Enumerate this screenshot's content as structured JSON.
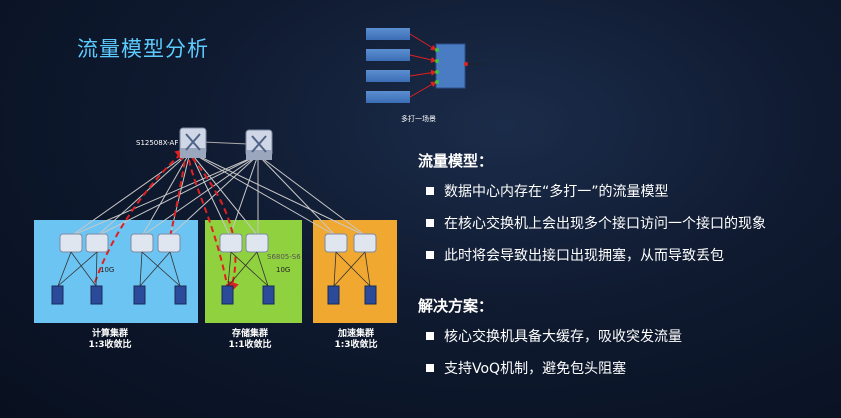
{
  "slide": {
    "title": "流量模型分析",
    "inset_caption": "多打一场景",
    "core_switch_label": "S12508X-AF",
    "fabric_label": "S6805-S6",
    "link_speed": "10G"
  },
  "clusters": [
    {
      "name": "计算集群",
      "ratio": "1:3收敛比",
      "color": "#6cc4f3"
    },
    {
      "name": "存储集群",
      "ratio": "1:1收敛比",
      "color": "#8fd13f"
    },
    {
      "name": "加速集群",
      "ratio": "1:3收敛比",
      "color": "#f0a830"
    }
  ],
  "sections": [
    {
      "heading": "流量模型：",
      "bullets": [
        "数据中心内存在“多打一”的流量模型",
        "在核心交换机上会出现多个接口访问一个接口的现象",
        "此时将会导致出接口出现拥塞，从而导致丢包"
      ]
    },
    {
      "heading": "解决方案：",
      "bullets": [
        "核心交换机具备大缓存，吸收突发流量",
        "支持VoQ机制，避免包头阻塞"
      ]
    }
  ]
}
